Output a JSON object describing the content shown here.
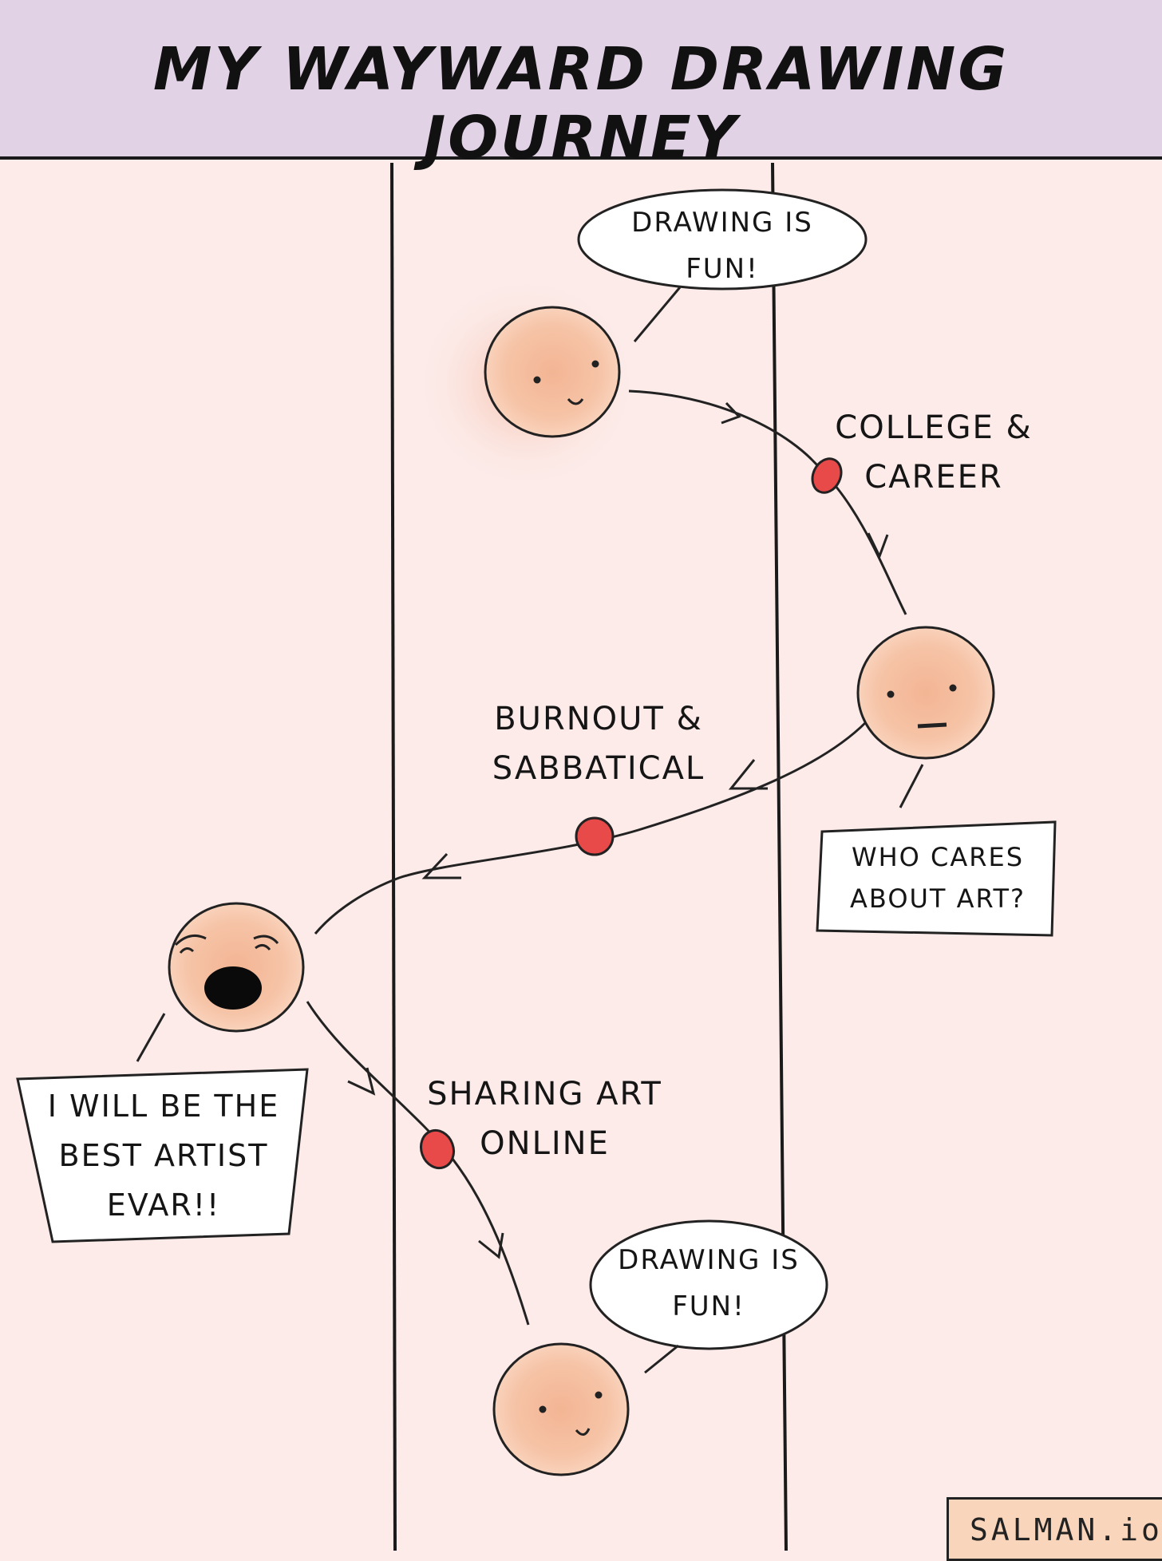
{
  "title": "MY WAYWARD DRAWING JOURNEY",
  "stages": [
    {
      "line1": "COLLEGE &",
      "line2": "CAREER"
    },
    {
      "line1": "BURNOUT &",
      "line2": "SABBATICAL"
    },
    {
      "line1": "SHARING ART",
      "line2": "ONLINE"
    }
  ],
  "speech": {
    "start": {
      "line1": "DRAWING IS",
      "line2": "FUN!"
    },
    "end": {
      "line1": "DRAWING IS",
      "line2": "FUN!"
    }
  },
  "signs": {
    "apathy": {
      "line1": "WHO CARES",
      "line2": "ABOUT ART?"
    },
    "ambition": {
      "line1": "I WILL BE THE",
      "line2": "BEST ARTIST",
      "line3": "EVAR!!"
    }
  },
  "signature": "SALMAN.io",
  "colors": {
    "header": "#e2d2e6",
    "background": "#fcebe9",
    "face": "#f2b99a",
    "milestone": "#e84a4a",
    "signature": "#f8d5bb"
  }
}
